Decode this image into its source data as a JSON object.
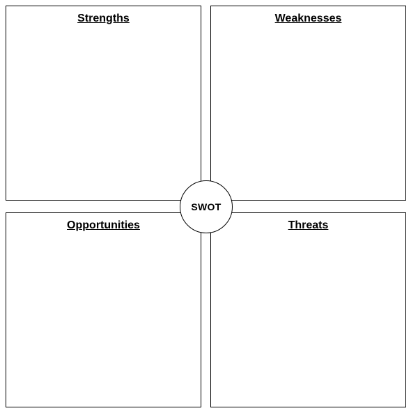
{
  "swot": {
    "center_label": "SWOT",
    "quadrants": [
      {
        "title": "Strengths"
      },
      {
        "title": "Weaknesses"
      },
      {
        "title": "Opportunities"
      },
      {
        "title": "Threats"
      }
    ]
  }
}
